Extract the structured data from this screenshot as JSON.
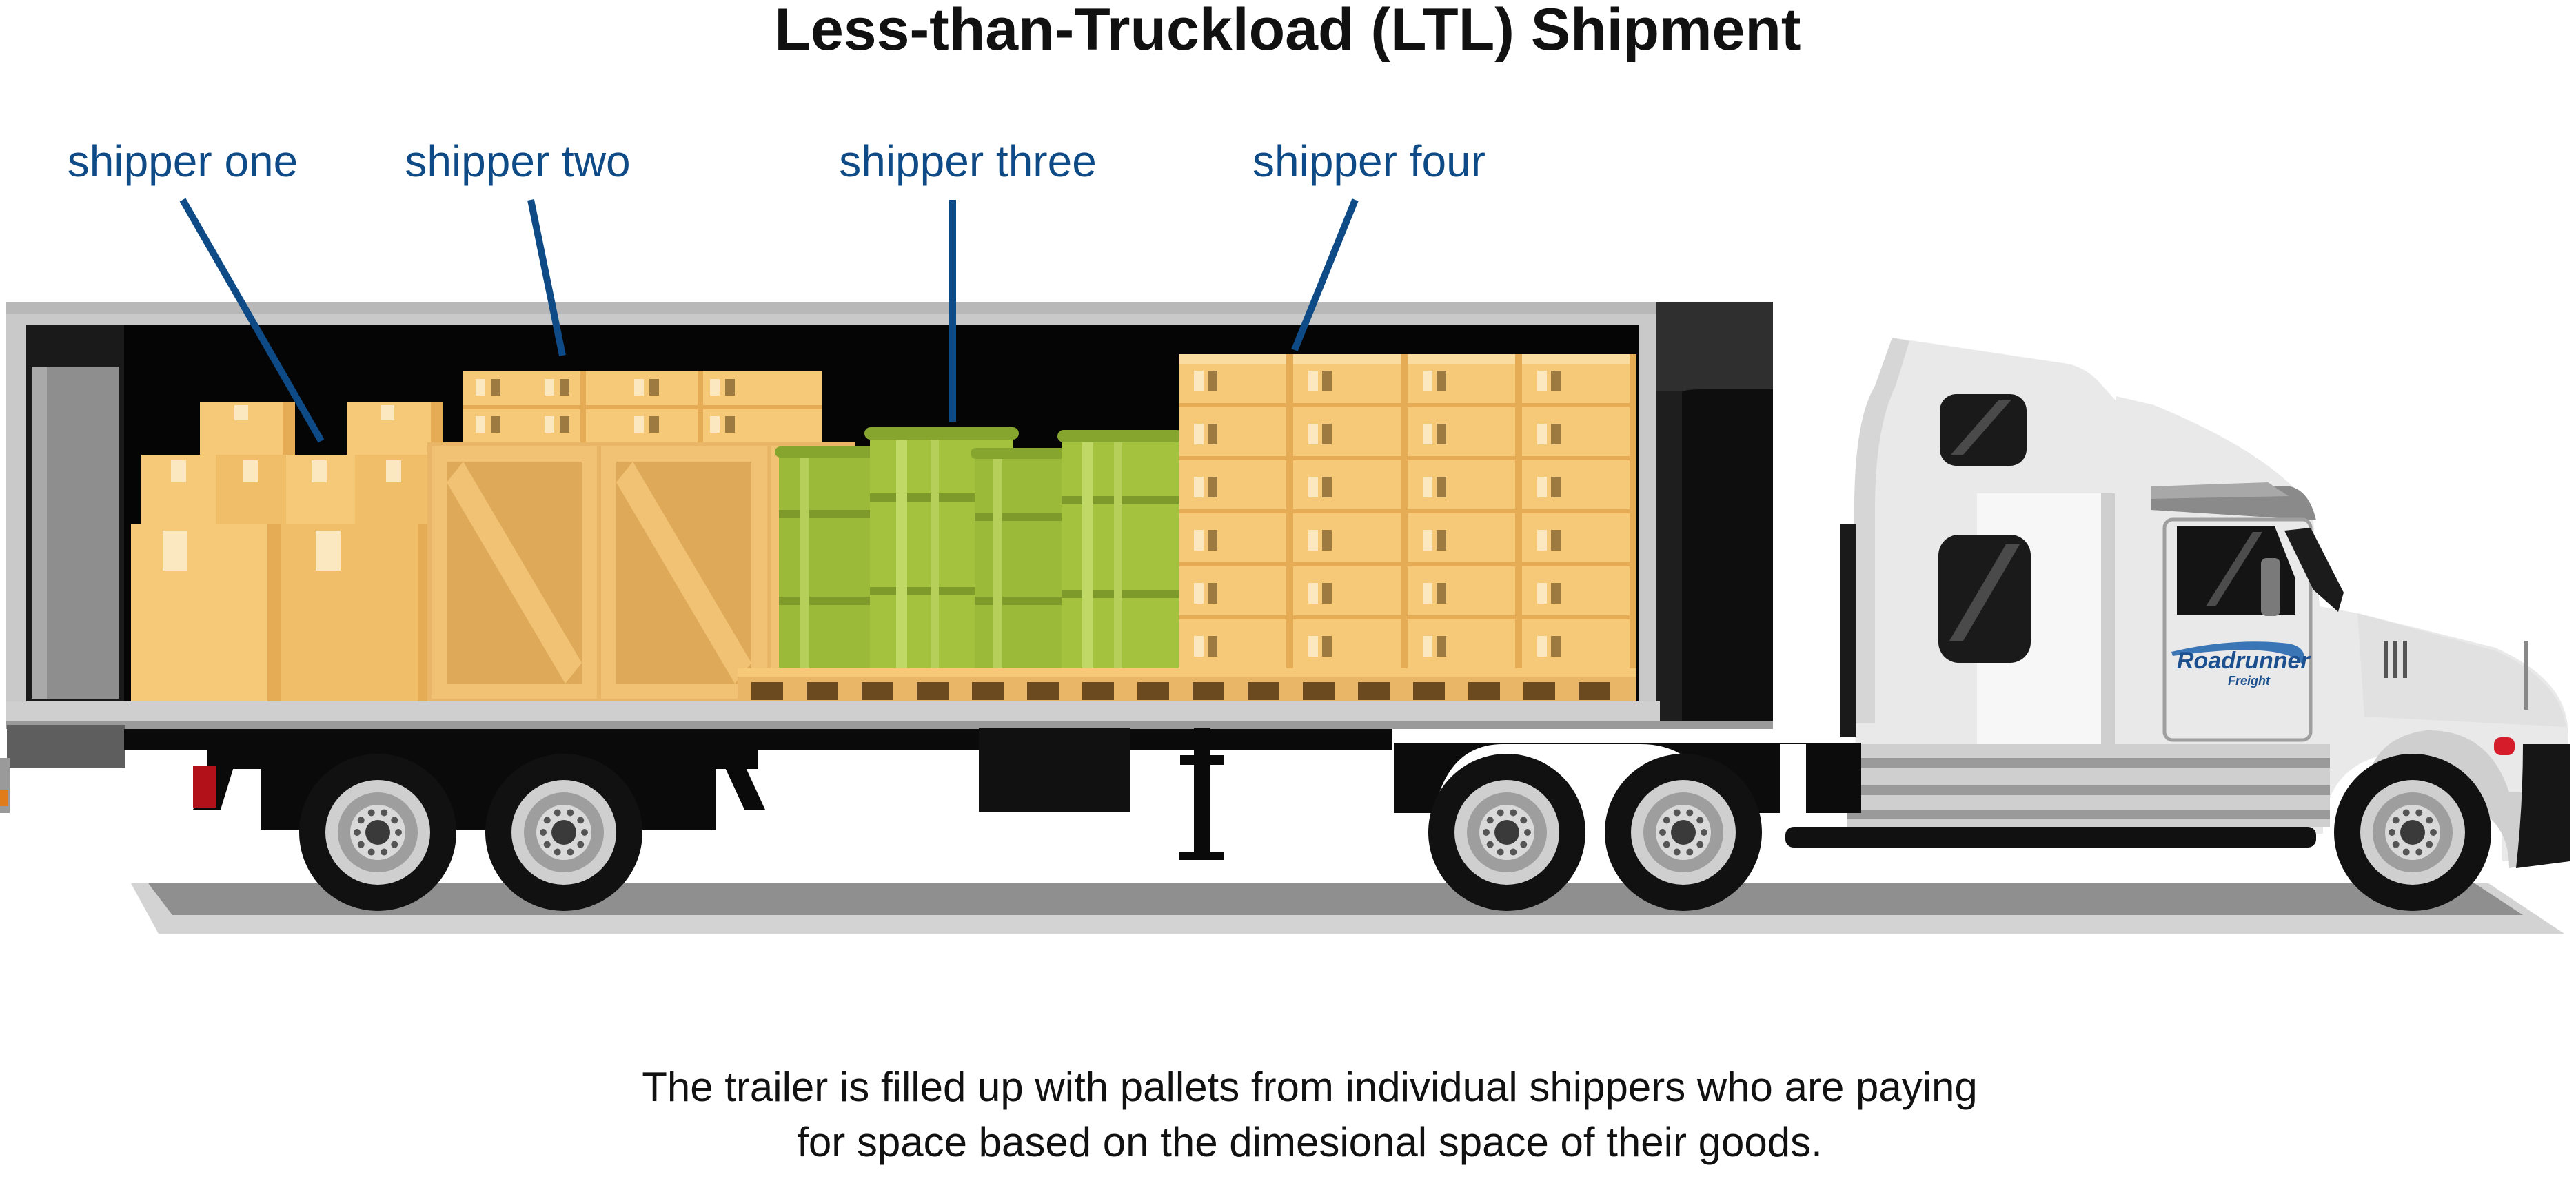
{
  "title": "Less-than-Truckload (LTL) Shipment",
  "labels": {
    "shipper_one": "shipper one",
    "shipper_two": "shipper two",
    "shipper_three": "shipper three",
    "shipper_four": "shipper four"
  },
  "truck": {
    "logo_main": "Roadrunner",
    "logo_sub": "Freight"
  },
  "caption": {
    "line1": "The trailer is filled up with pallets from individual shippers who are paying",
    "line2": "for space based on the dimesional space of their goods."
  },
  "colors": {
    "label_blue": "#0d4a86",
    "box": "#f6c978",
    "box_dark": "#e8ad55",
    "crate": "#e9b566",
    "drum_green": "#9cba39",
    "drum_dark": "#7e9a2b",
    "trailer_black": "#0b0b0b",
    "cab_white": "#e9e9e9"
  }
}
